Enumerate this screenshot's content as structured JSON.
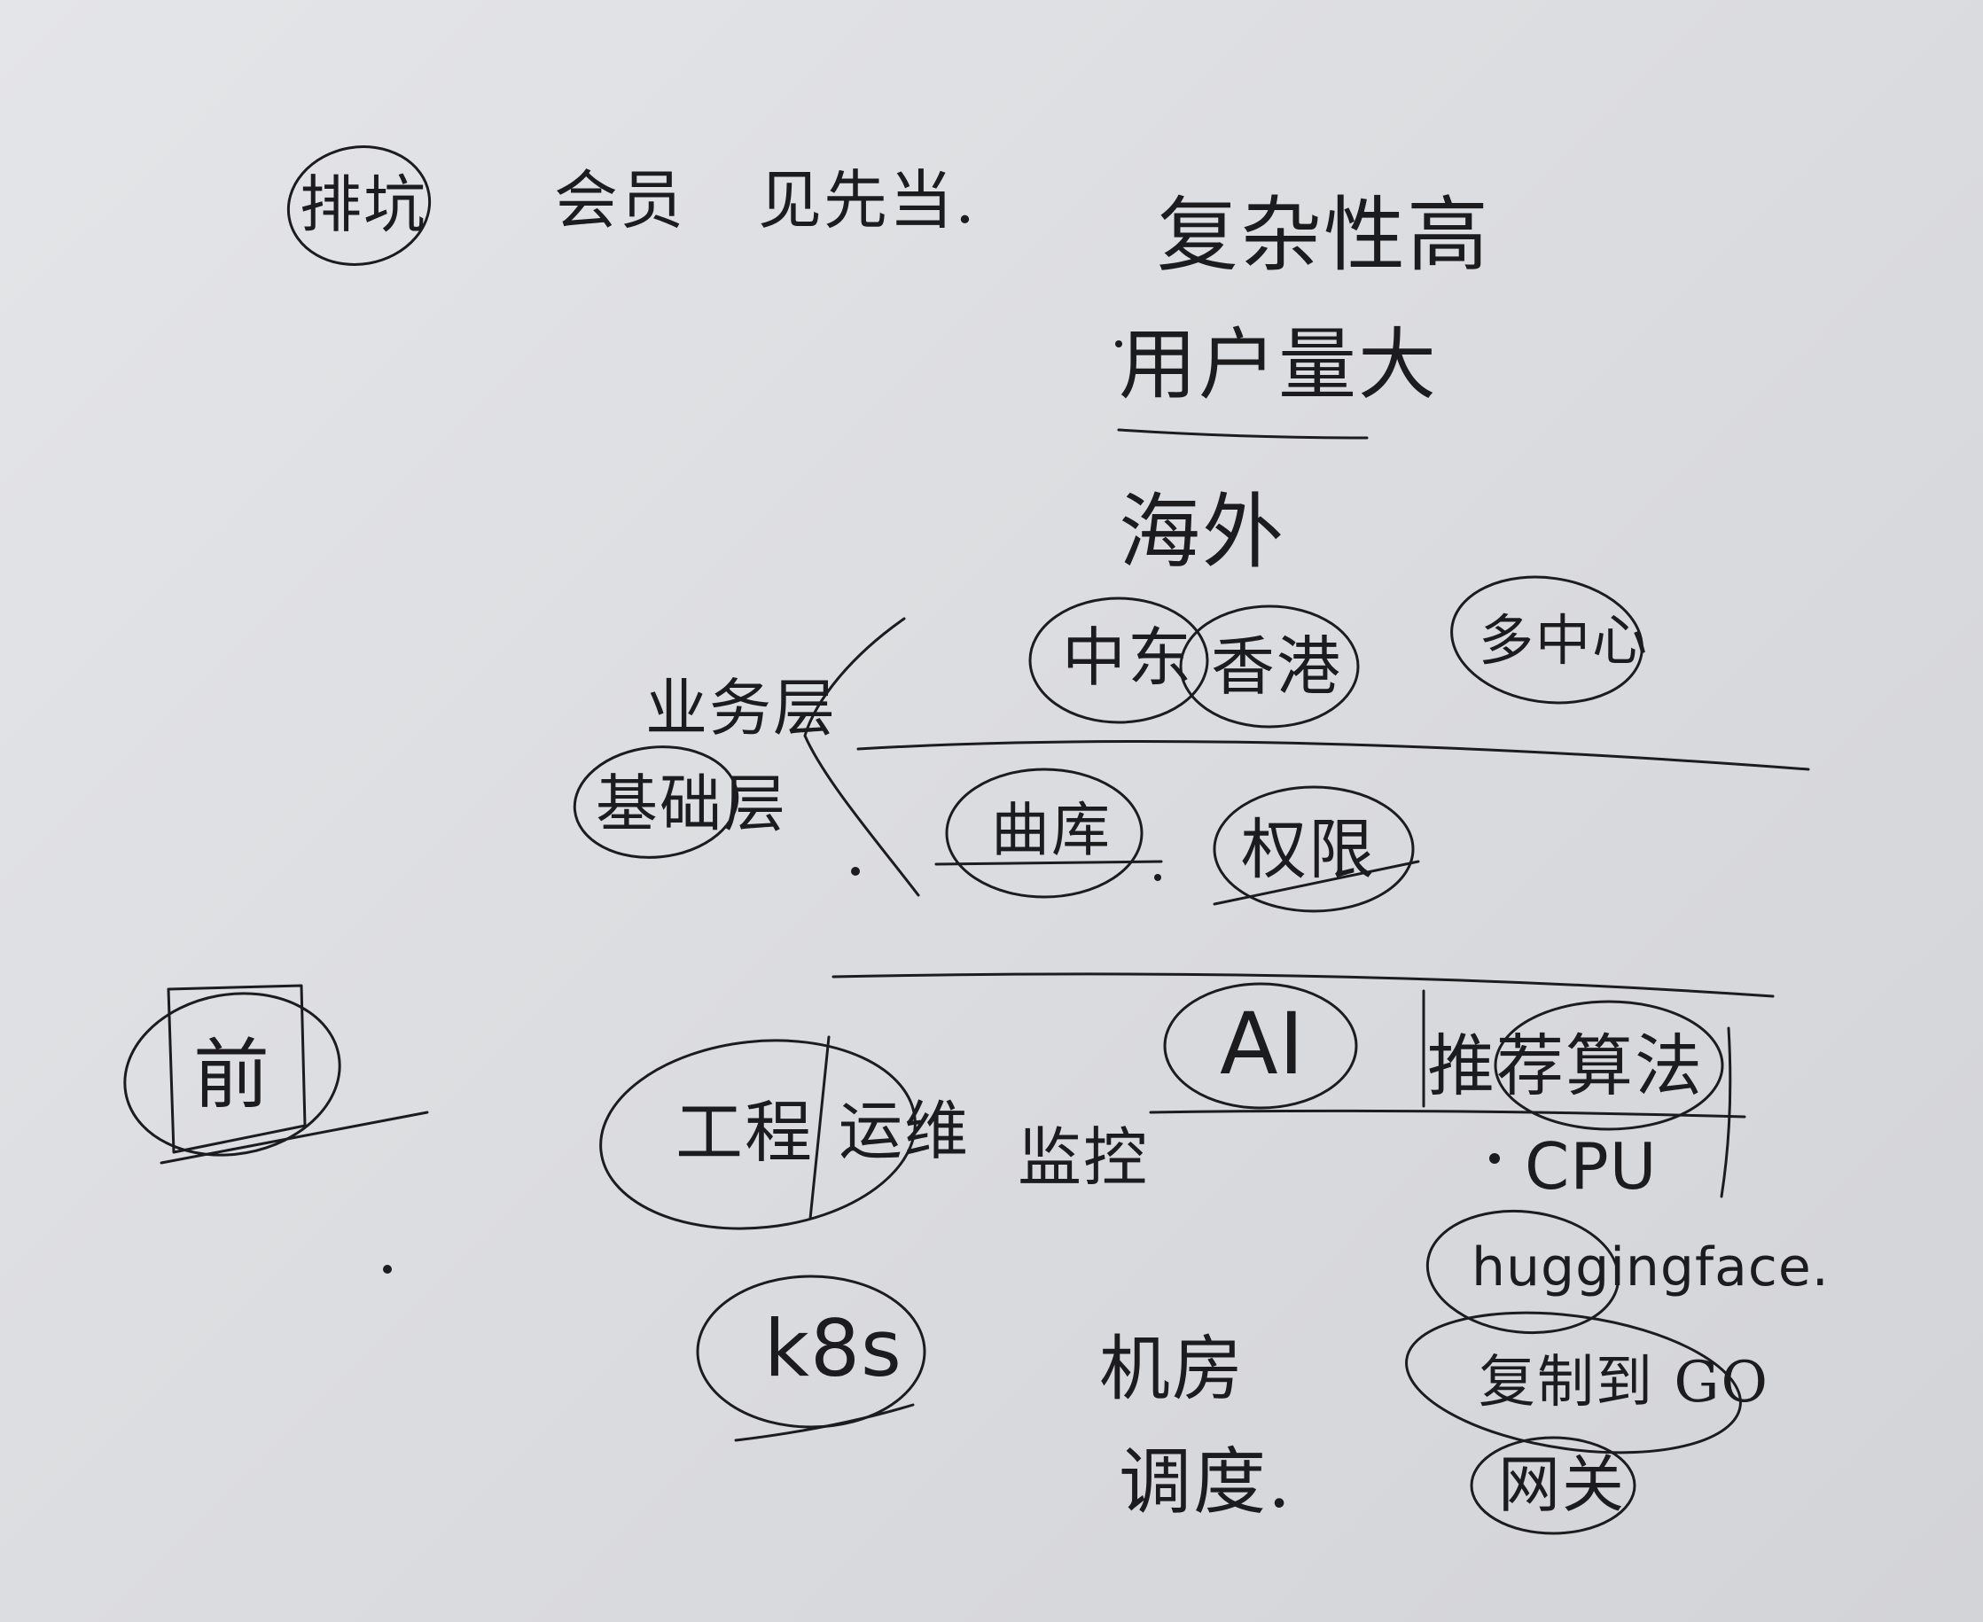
{
  "notes": {
    "top_circled": "排坑",
    "top_text_1": "会员",
    "top_text_2": "见先当.",
    "header_1": "复杂性高",
    "header_2": "用户量大",
    "overseas": "海外",
    "region_1": "中东",
    "region_2": "香港",
    "region_3": "多中心",
    "layer_business": "业务层",
    "layer_base": "基础层",
    "base_1": "曲库",
    "base_2": "权限",
    "ai": "AI",
    "recommend": "推荐算法",
    "cpu": "CPU",
    "huggingface": "huggingface.",
    "item_1": "复制到 GO",
    "item_2": "网关",
    "left_box": "前",
    "engineering": "工程",
    "ops": "运维",
    "monitor": "监控",
    "k8s": "k8s",
    "machine_room": "机房",
    "scheduling": "调度."
  }
}
